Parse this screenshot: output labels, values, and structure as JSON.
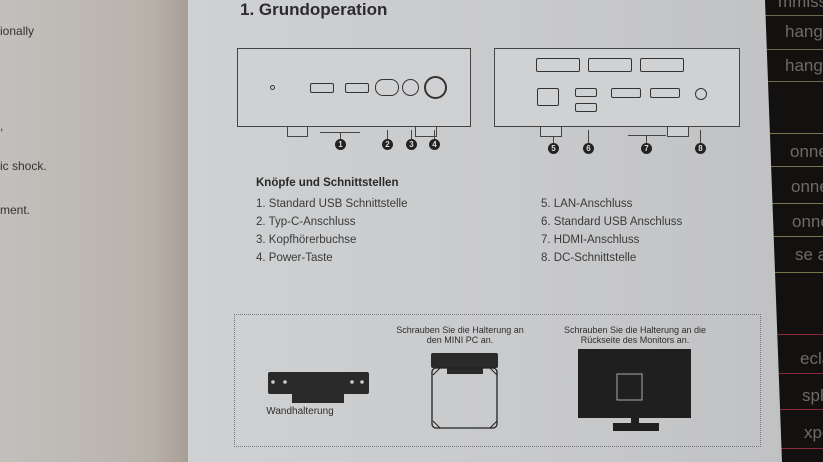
{
  "left_page": {
    "fragments": [
      "ionally",
      ",",
      "ic shock.",
      "ment."
    ]
  },
  "title": "1. Grundoperation",
  "callouts": {
    "front": [
      "1",
      "2",
      "3",
      "4"
    ],
    "back": [
      "5",
      "6",
      "7",
      "8"
    ]
  },
  "section_title": "Knöpfe und Schnittstellen",
  "items_left": [
    "1. Standard USB Schnittstelle",
    "2. Typ-C-Anschluss",
    "3. Kopfhörerbuchse",
    "4. Power-Taste"
  ],
  "items_right": [
    "5. LAN-Anschluss",
    "6. Standard USB Anschluss",
    "7. HDMI-Anschluss",
    "8. DC-Schnittstelle"
  ],
  "mounting": {
    "bracket_label": "Wandhalterung",
    "step1": "Schrauben Sie die Halterung an den MINI PC an.",
    "step2": "Schrauben Sie die Halterung an die Rückseite des Monitors an."
  },
  "background_screen": {
    "fragments": [
      "mmissio",
      "hange f",
      "hange t",
      "onnec",
      "onnec",
      "onnec",
      "se a r",
      "eclar",
      "spla",
      "xport"
    ]
  }
}
